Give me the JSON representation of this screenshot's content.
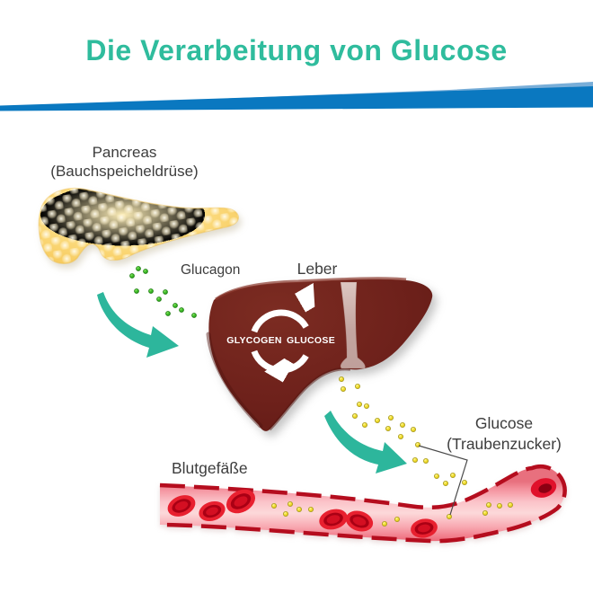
{
  "title": "Die Verarbeitung von Glucose",
  "labels": {
    "pancreas_line1": "Pancreas",
    "pancreas_line2": "(Bauchspeicheldrüse)",
    "glucagon": "Glucagon",
    "liver": "Leber",
    "cycle_left": "GLYCOGEN",
    "cycle_right": "GLUCOSE",
    "blood_vessel": "Blutgefäße",
    "glucose_line1": "Glucose",
    "glucose_line2": "(Traubenzucker)"
  },
  "colors": {
    "title_text": "#2fbc9d",
    "ribbon_blue": "#0a78c0",
    "ribbon_light_blue": "#79aed8",
    "arrow_teal": "#2db69c",
    "pancreas_yellow": "#f8cf63",
    "liver_maroon": "#6e211b",
    "ligament_pink": "#c9aba6",
    "vessel_pink": "#fbc3c9",
    "vessel_outline_red": "#b50d1e",
    "blood_cell_red": "#e8202f",
    "glucagon_dot_green": "#3fbb2a",
    "glucose_dot_yellow": "#f3df2e",
    "label_text": "#3d3d3d"
  },
  "illustrations": {
    "pancreas": "bumpy yellow pancreas organ",
    "liver": "dark maroon liver with glycogen-glucose cycle arrows",
    "blood_vessel": "pink blood vessel with red blood cells and glucose dots",
    "glucagon_dots": "green dots released from pancreas",
    "glucose_dots": "yellow dots released from liver into blood"
  }
}
